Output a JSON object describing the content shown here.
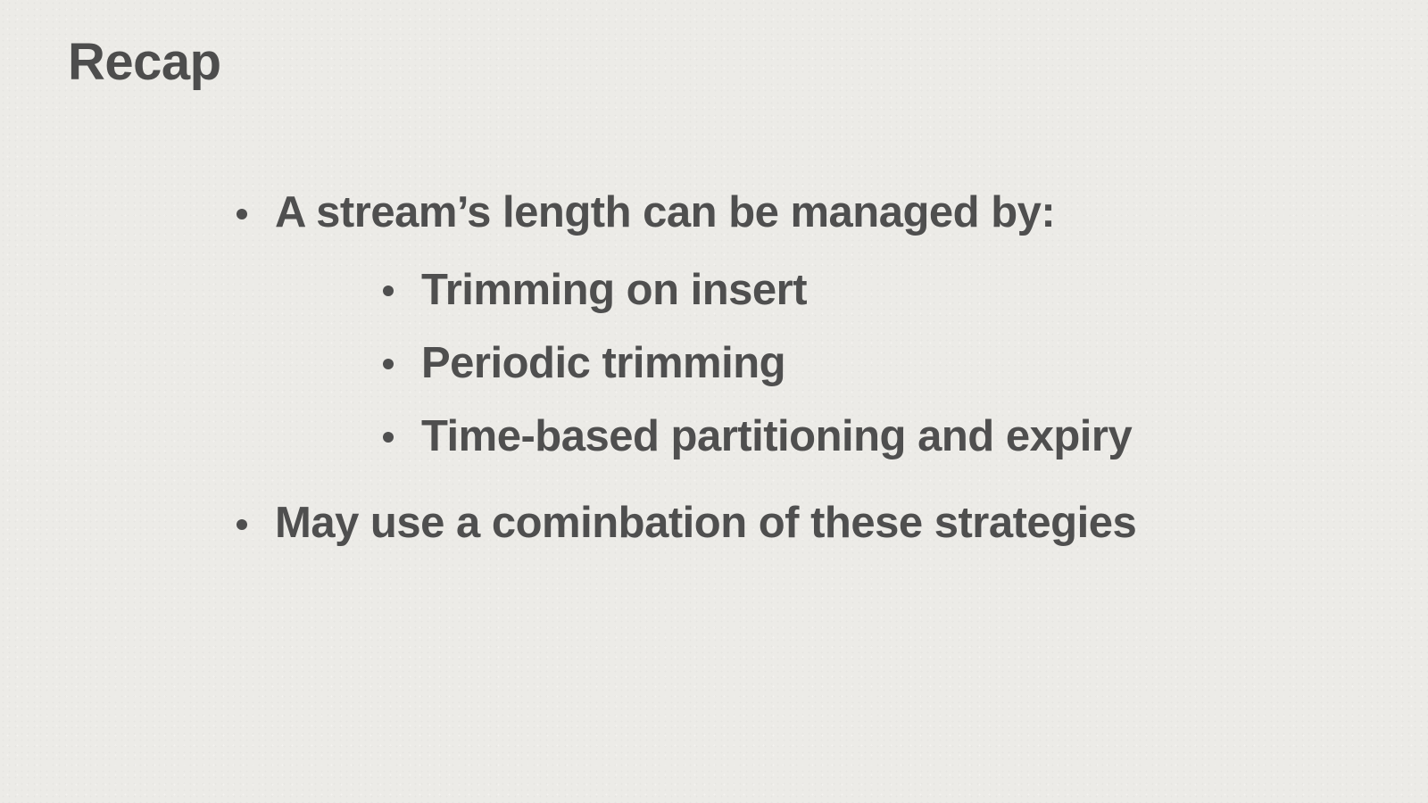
{
  "slide": {
    "title": "Recap",
    "bullets": [
      {
        "text": "A stream’s length can be managed by:",
        "sub_bullets": [
          "Trimming on insert",
          "Periodic trimming",
          "Time-based partitioning and expiry"
        ]
      },
      {
        "text": "May use a cominbation of these strategies",
        "sub_bullets": []
      }
    ]
  },
  "colors": {
    "background": "#ecebe7",
    "text": "#4f4f4f"
  }
}
